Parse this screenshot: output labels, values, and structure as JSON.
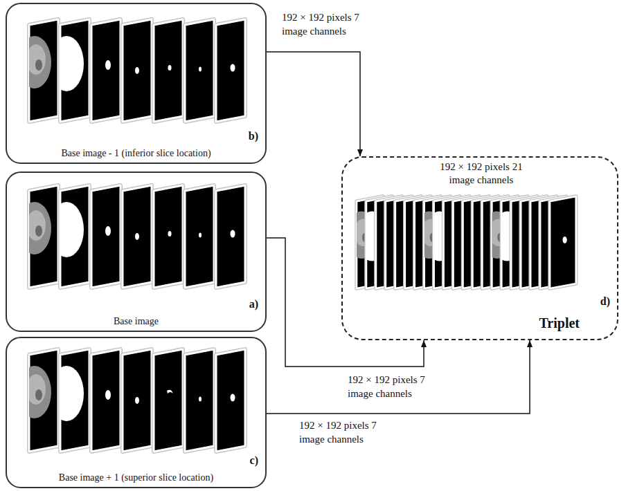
{
  "diagram": {
    "nodes": [
      {
        "text": [
          "Base image - 1 (inferior slice location)",
          "b)"
        ]
      },
      {
        "text": [
          "Base image",
          "a)"
        ]
      },
      {
        "text": [
          "Base image + 1 (superior slice location)",
          "c)"
        ]
      },
      {
        "text": [
          "192 × 192 pixels 21 image channels",
          "Triplet",
          "d)"
        ]
      }
    ],
    "edges": [
      {
        "from": 0,
        "to": 3,
        "arrow": "to",
        "label": "192 × 192 pixels 7 image channels"
      },
      {
        "from": 1,
        "to": 3,
        "arrow": "to",
        "label": "192 × 192 pixels 7 image channels"
      },
      {
        "from": 2,
        "to": 3,
        "arrow": "to",
        "label": "192 × 192 pixels 7 image channels"
      }
    ]
  }
}
